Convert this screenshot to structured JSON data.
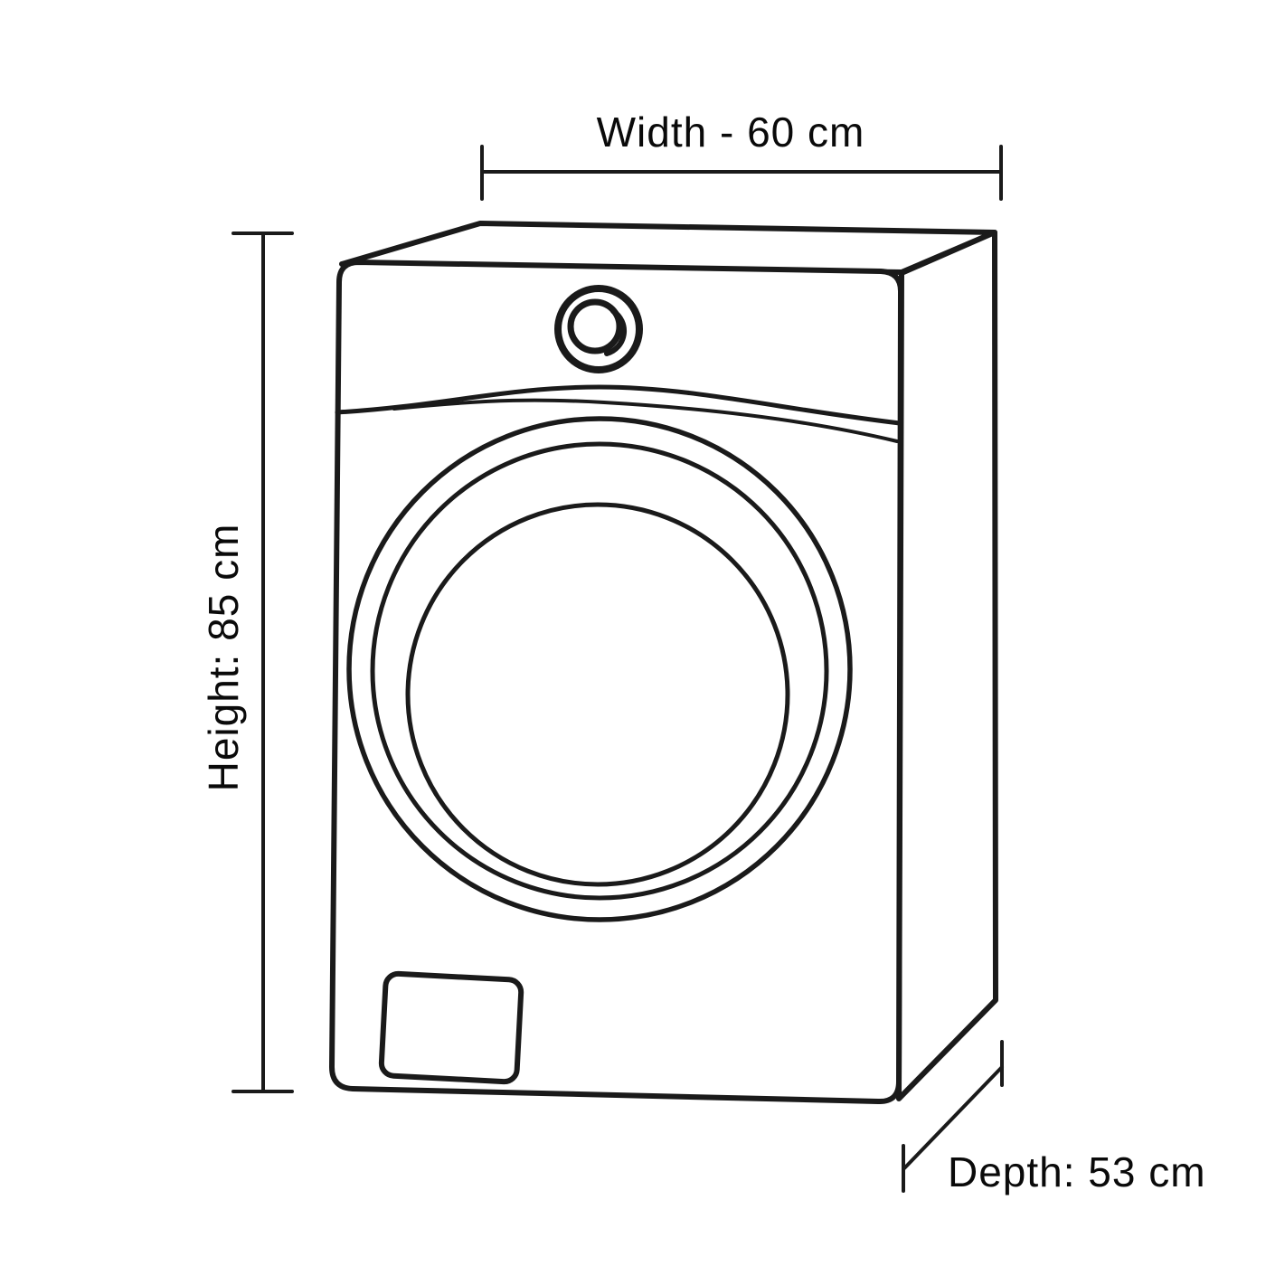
{
  "diagram": {
    "subject": "washing-machine-dimensions",
    "dimensions": {
      "width": {
        "label": "Width - 60 cm",
        "value": "60",
        "unit": "cm"
      },
      "height": {
        "label": "Height: 85 cm",
        "value": "85",
        "unit": "cm"
      },
      "depth": {
        "label": "Depth: 53 cm",
        "value": "53",
        "unit": "cm"
      }
    },
    "colors": {
      "line": "#1a1a1a",
      "background": "#ffffff",
      "text": "#0a0a0a"
    }
  }
}
